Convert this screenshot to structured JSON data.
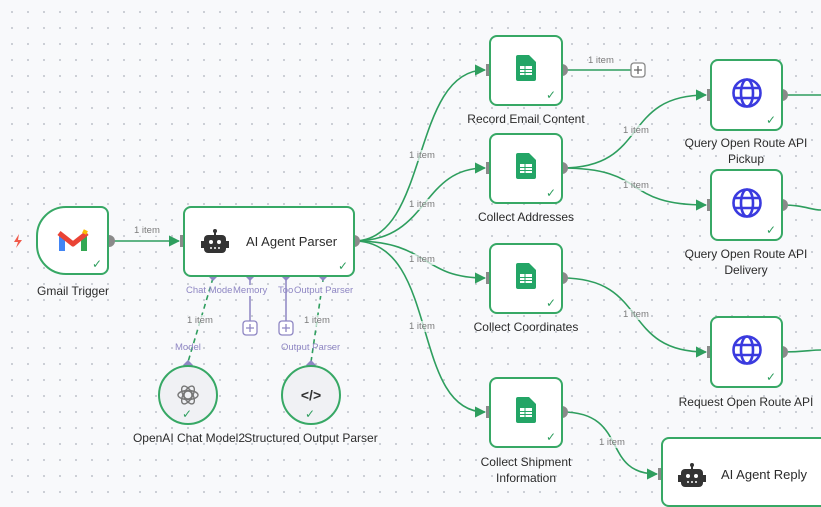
{
  "nodes": {
    "gmail": {
      "label": "Gmail Trigger"
    },
    "parser": {
      "label": "AI Agent Parser",
      "ports": [
        "Chat Model",
        "Memory",
        "Tool",
        "Output Parser"
      ]
    },
    "openai": {
      "label": "OpenAI Chat Model2",
      "port": "Model"
    },
    "structured": {
      "label": "Structured Output Parser",
      "port": "Output Parser"
    },
    "record": {
      "label": "Record Email Content"
    },
    "addresses": {
      "label": "Collect Addresses"
    },
    "coordinates": {
      "label": "Collect Coordinates"
    },
    "shipment": {
      "label": "Collect Shipment Information"
    },
    "pickup": {
      "label": "Query Open Route API Pickup"
    },
    "delivery": {
      "label": "Query Open Route API Delivery"
    },
    "request": {
      "label": "Request Open Route API"
    },
    "reply": {
      "label": "AI Agent Reply"
    }
  },
  "edge_label": "1 item",
  "colors": {
    "success": "#37a865",
    "port": "#8e86c3",
    "http": "#3a3adf",
    "sheets": "#23a566"
  }
}
